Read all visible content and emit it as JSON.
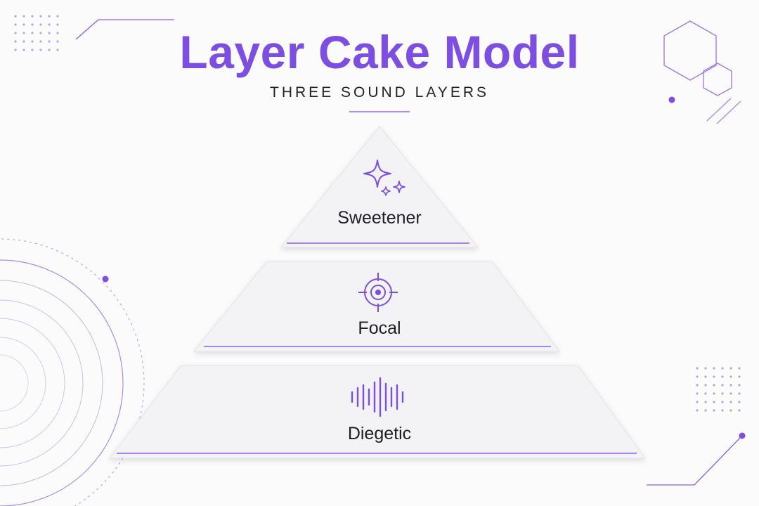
{
  "header": {
    "title": "Layer Cake Model",
    "subtitle": "THREE SOUND LAYERS"
  },
  "layers": [
    {
      "label": "Sweetener",
      "icon": "sparkles-icon"
    },
    {
      "label": "Focal",
      "icon": "target-icon"
    },
    {
      "label": "Diegetic",
      "icon": "sound-wave-icon"
    }
  ],
  "colors": {
    "accent": "#7c4ee4",
    "text": "#1e1e24",
    "background": "#fbfbfc"
  }
}
